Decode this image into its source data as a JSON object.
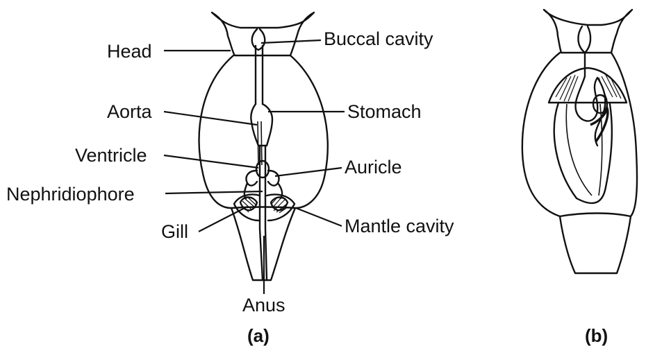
{
  "figure_a": {
    "caption": "(a)",
    "labels": {
      "head": "Head",
      "buccal_cavity": "Buccal cavity",
      "aorta": "Aorta",
      "stomach": "Stomach",
      "ventricle": "Ventricle",
      "auricle": "Auricle",
      "nephridiophore": "Nephridiophore",
      "gill": "Gill",
      "mantle_cavity": "Mantle cavity",
      "anus": "Anus"
    }
  },
  "figure_b": {
    "caption": "(b)"
  }
}
